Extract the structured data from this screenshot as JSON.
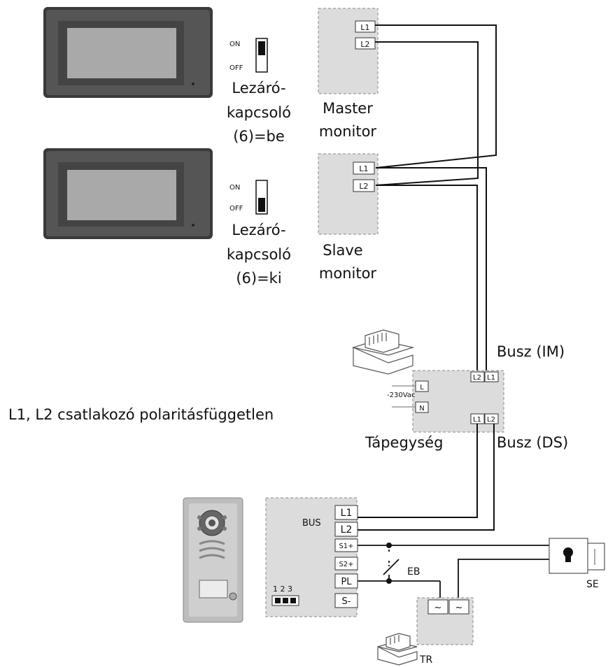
{
  "switch_labels": {
    "on": "ON",
    "off": "OFF"
  },
  "master": {
    "switch_caption": [
      "Lezáró-",
      "kapcsoló",
      "(6)=be"
    ],
    "box_caption": [
      "Master",
      "monitor"
    ],
    "terminals": [
      "L1",
      "L2"
    ]
  },
  "slave": {
    "switch_caption": [
      "Lezáró-",
      "kapcsoló",
      "(6)=ki"
    ],
    "box_caption": [
      "Slave",
      "monitor"
    ],
    "terminals": [
      "L1",
      "L2"
    ]
  },
  "power_unit": {
    "top_terminals": [
      "L2",
      "L1"
    ],
    "bottom_terminals": [
      "L1",
      "L2"
    ],
    "mains_terminals": [
      "L",
      "N"
    ],
    "mains_label": "-230Vac",
    "caption": "Tápegység",
    "bus_im": "Busz (IM)",
    "bus_ds": "Busz (DS)"
  },
  "note": "L1, L2 csatlakozó polaritásfüggetlen",
  "door_station": {
    "bus_label": "BUS",
    "terminals": [
      "L1",
      "L2",
      "S1+",
      "S2+",
      "PL",
      "S-"
    ],
    "dip_label": "1 2 3"
  },
  "labels": {
    "eb": "EB",
    "se": "SE",
    "tr": "TR"
  },
  "transformer": {
    "terminals": [
      "~",
      "~"
    ]
  }
}
